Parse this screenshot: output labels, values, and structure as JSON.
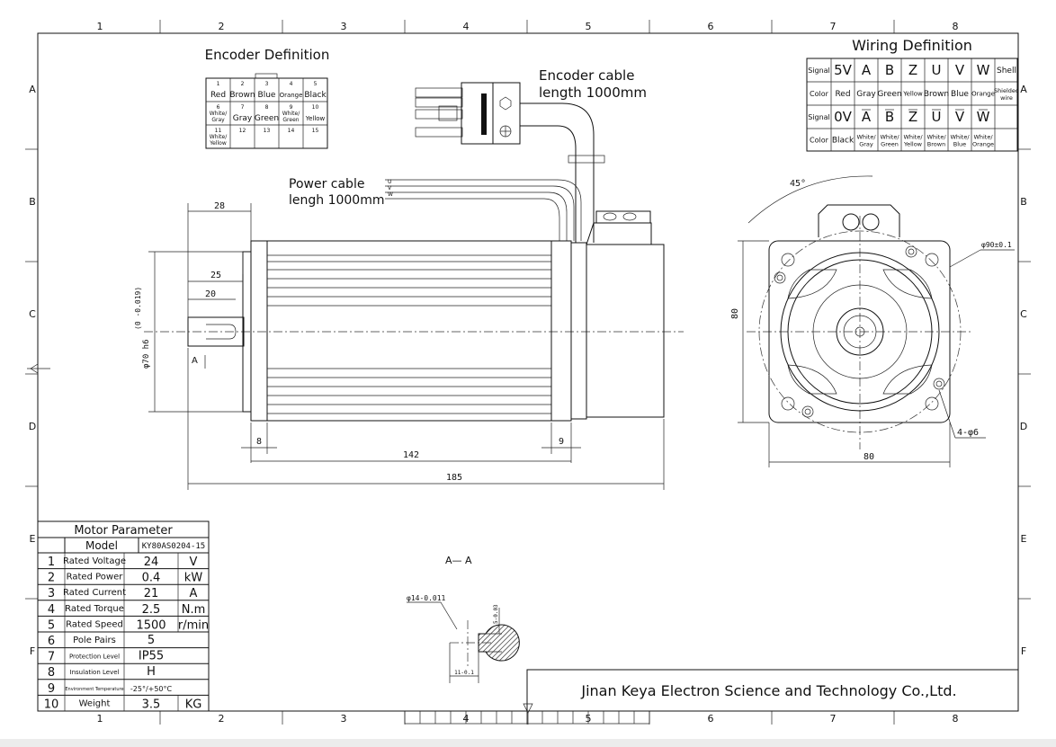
{
  "zone_columns": [
    "1",
    "2",
    "3",
    "4",
    "5",
    "6",
    "7",
    "8"
  ],
  "zone_rows": [
    "A",
    "B",
    "C",
    "D",
    "E",
    "F"
  ],
  "encoder": {
    "title": "Encoder Definition",
    "pins": [
      {
        "num": "1",
        "color": "Red"
      },
      {
        "num": "2",
        "color": "Brown"
      },
      {
        "num": "3",
        "color": "Blue"
      },
      {
        "num": "4",
        "color": "Orange"
      },
      {
        "num": "5",
        "color": "Black"
      },
      {
        "num": "6",
        "color": "White/\nGray"
      },
      {
        "num": "7",
        "color": "Gray"
      },
      {
        "num": "8",
        "color": "Green"
      },
      {
        "num": "9",
        "color": "White/\nGreen"
      },
      {
        "num": "10",
        "color": "Yellow"
      },
      {
        "num": "11",
        "color": "White/\nYellow"
      },
      {
        "num": "12",
        "color": ""
      },
      {
        "num": "13",
        "color": ""
      },
      {
        "num": "14",
        "color": ""
      },
      {
        "num": "15",
        "color": ""
      }
    ]
  },
  "encoder_cable": {
    "line1": "Encoder cable",
    "line2": "length 1000mm"
  },
  "power_cable": {
    "line1": "Power cable",
    "line2": "lengh 1000mm",
    "wires": [
      "U",
      "V",
      "W"
    ]
  },
  "wiring": {
    "title": "Wiring Definition",
    "rows": [
      {
        "label": "Signal",
        "cells": [
          "5V",
          "A",
          "B",
          "Z",
          "U",
          "V",
          "W",
          "Shell"
        ]
      },
      {
        "label": "Color",
        "cells": [
          "Red",
          "Gray",
          "Green",
          "Yellow",
          "Brown",
          "Blue",
          "Orange",
          "Shielded wire"
        ]
      },
      {
        "label": "Signal",
        "cells": [
          "0V",
          "A",
          "B",
          "Z",
          "U",
          "V",
          "W",
          ""
        ]
      },
      {
        "label": "Color",
        "cells": [
          "Black",
          "White/ Gray",
          "White/ Green",
          "White/ Yellow",
          "White/ Brown",
          "White/ Blue",
          "White/ Orange",
          ""
        ]
      }
    ]
  },
  "side_view": {
    "dim_28": "28",
    "dim_25": "25",
    "dim_20": "20",
    "dim_8": "8",
    "dim_9": "9",
    "dim_142": "142",
    "dim_185": "185",
    "shaft_dia": "φ70 h6",
    "shaft_tol": "(0 -0.019)",
    "section_mark": "A"
  },
  "front_view": {
    "angle": "45°",
    "pcd": "φ90±0.1",
    "height": "80",
    "width": "80",
    "holes": "4-φ6"
  },
  "section": {
    "title": "A— A",
    "shaft": "φ14-0.011",
    "key_depth": "5-0.03",
    "key_width": "11-0.1"
  },
  "motor_params": {
    "title": "Motor Parameter",
    "model_label": "Model",
    "model_value": "KY80AS0204-15",
    "rows": [
      {
        "num": "1",
        "name": "Rated Voltage",
        "value": "24",
        "unit": "V"
      },
      {
        "num": "2",
        "name": "Rated Power",
        "value": "0.4",
        "unit": "kW"
      },
      {
        "num": "3",
        "name": "Rated Current",
        "value": "21",
        "unit": "A"
      },
      {
        "num": "4",
        "name": "Rated Torque",
        "value": "2.5",
        "unit": "N.m"
      },
      {
        "num": "5",
        "name": "Rated Speed",
        "value": "1500",
        "unit": "r/min"
      },
      {
        "num": "6",
        "name": "Pole Pairs",
        "value": "5",
        "unit": ""
      },
      {
        "num": "7",
        "name": "Protection Level",
        "value": "IP55",
        "unit": ""
      },
      {
        "num": "8",
        "name": "Insulation Level",
        "value": "H",
        "unit": ""
      },
      {
        "num": "9",
        "name": "Environment Temperature",
        "value": "-25°/+50°C",
        "unit": ""
      },
      {
        "num": "10",
        "name": "Weight",
        "value": "3.5",
        "unit": "KG"
      }
    ]
  },
  "company": "Jinan Keya Electron Science and Technology Co.,Ltd."
}
